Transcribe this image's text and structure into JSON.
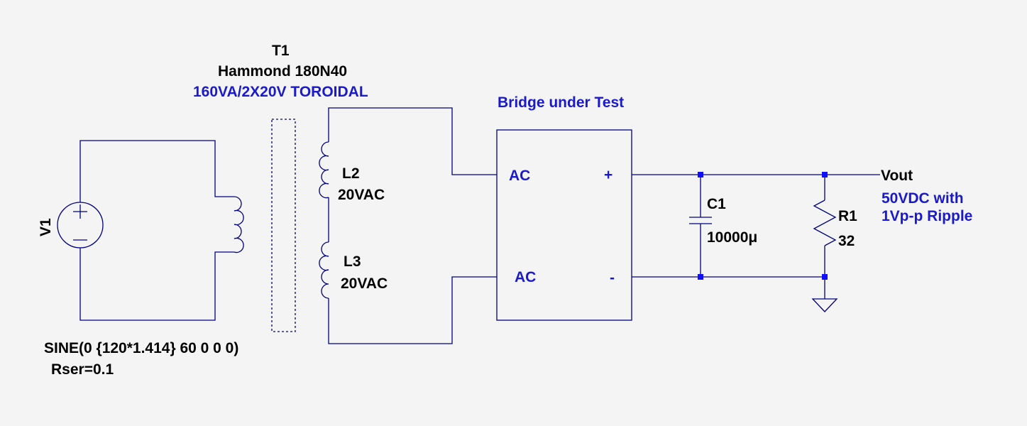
{
  "colors": {
    "wire": "#000080",
    "junction": "#1010ff",
    "component": "#000080",
    "label_black": "#000000",
    "label_blue": "#1a1ac8",
    "background": "#f4f4f4"
  },
  "transformer": {
    "ref": "T1",
    "model": "Hammond 180N40",
    "desc": "160VA/2X20V TOROIDAL"
  },
  "source": {
    "ref": "V1",
    "func": "SINE(0 {120*1.414} 60 0 0 0)",
    "rser": "Rser=0.1",
    "plus": "+",
    "minus": "−"
  },
  "secondaries": [
    {
      "ref": "L2",
      "value": "20VAC"
    },
    {
      "ref": "L3",
      "value": "20VAC"
    }
  ],
  "bridge": {
    "title": "Bridge under Test",
    "ac_top": "AC",
    "ac_bottom": "AC",
    "plus": "+",
    "minus": "-"
  },
  "capacitor": {
    "ref": "C1",
    "value": "10000μ"
  },
  "resistor": {
    "ref": "R1",
    "value": "32"
  },
  "output": {
    "net": "Vout",
    "note_line1": "50VDC with",
    "note_line2": "1Vp-p Ripple"
  }
}
